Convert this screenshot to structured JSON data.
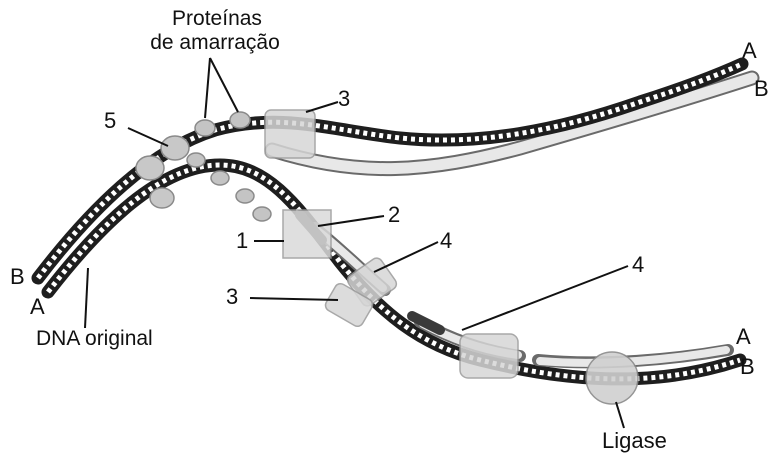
{
  "labels": {
    "binding_proteins_line1": "Proteínas",
    "binding_proteins_line2": "de amarração",
    "original_dna": "DNA original",
    "ligase": "Ligase",
    "n1": "1",
    "n2": "2",
    "n3_top": "3",
    "n3_mid": "3",
    "n4_upper": "4",
    "n4_lower": "4",
    "n5": "5",
    "strand_a_top_right": "A",
    "strand_b_top_right": "B",
    "strand_b_left": "B",
    "strand_a_left": "A",
    "strand_a_bottom_right": "A",
    "strand_b_bottom_right": "B"
  },
  "colors": {
    "dark_strand": "#1e1e1e",
    "light_strand": "#e6e6e6",
    "protein": "#c4c4c4",
    "enzyme_box": "#d6d6d6",
    "leader": "#111111"
  }
}
